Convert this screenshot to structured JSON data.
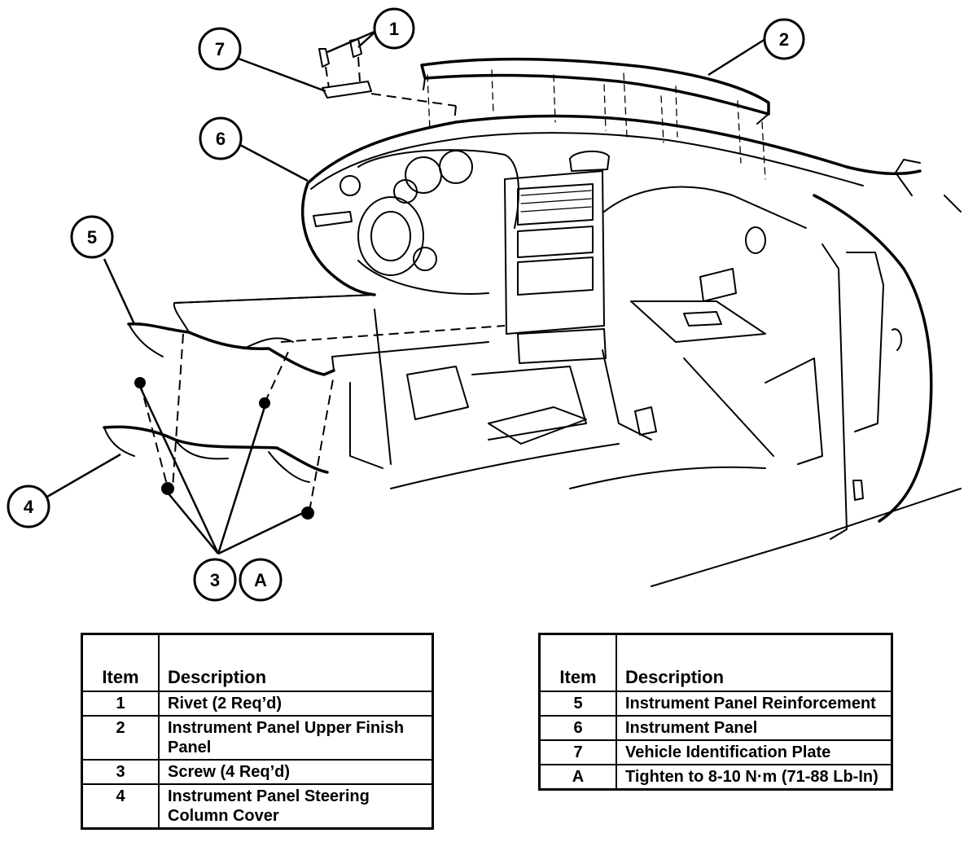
{
  "callouts": {
    "c1": "1",
    "c2": "2",
    "c3": "3",
    "cA": "A",
    "c4": "4",
    "c5": "5",
    "c6": "6",
    "c7": "7"
  },
  "legend_left": {
    "item_header": "Item",
    "desc_header": "Description",
    "rows": [
      {
        "item": "1",
        "desc": "Rivet (2 Req’d)"
      },
      {
        "item": "2",
        "desc": "Instrument Panel Upper Finish Panel"
      },
      {
        "item": "3",
        "desc": "Screw (4 Req’d)"
      },
      {
        "item": "4",
        "desc": "Instrument Panel Steering Column Cover"
      }
    ]
  },
  "legend_right": {
    "item_header": "Item",
    "desc_header": "Description",
    "rows": [
      {
        "item": "5",
        "desc": "Instrument Panel Reinforcement"
      },
      {
        "item": "6",
        "desc": "Instrument Panel"
      },
      {
        "item": "7",
        "desc": "Vehicle Identification Plate"
      },
      {
        "item": "A",
        "desc": "Tighten to 8-10 N·m (71-88 Lb-In)"
      }
    ]
  }
}
